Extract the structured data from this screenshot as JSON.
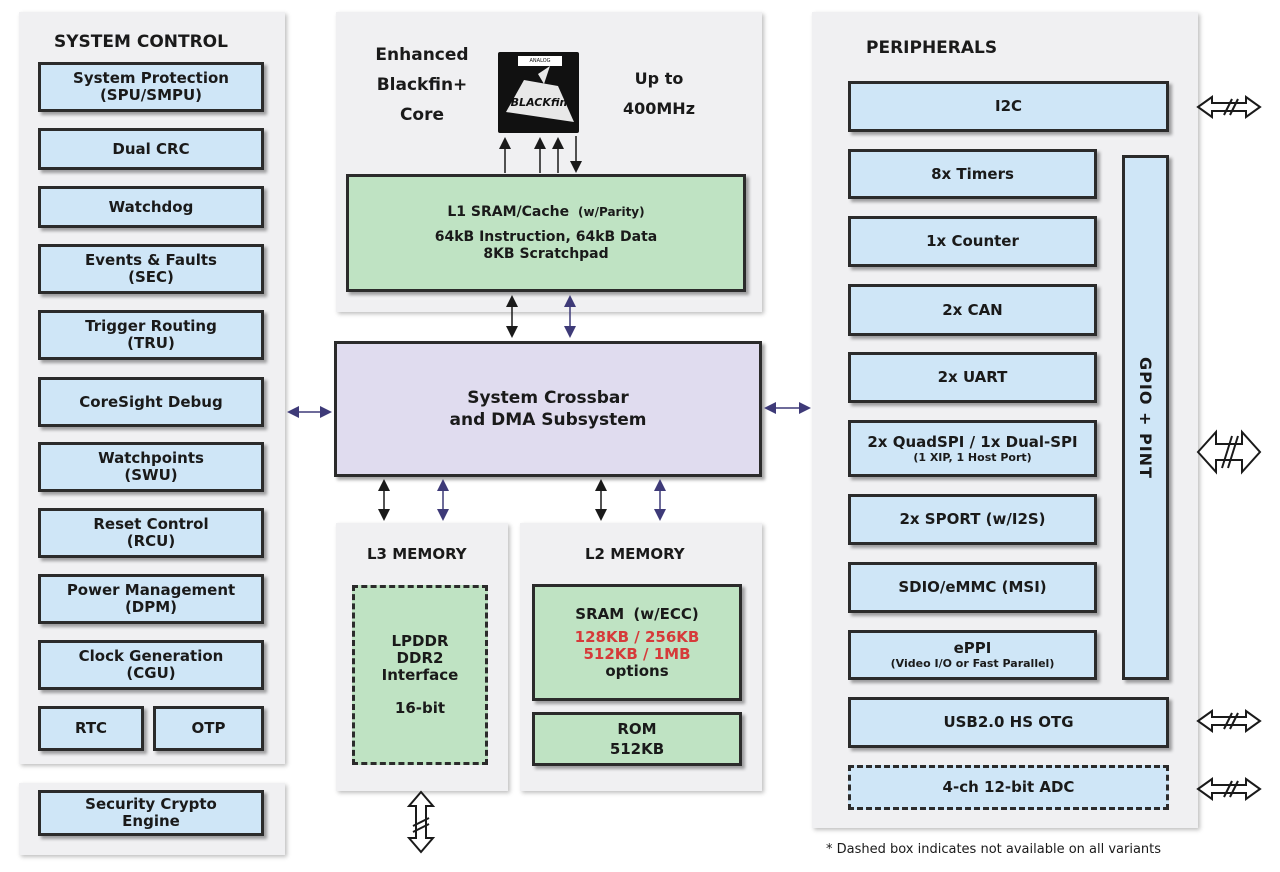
{
  "system_control": {
    "title": "SYSTEM CONTROL",
    "blocks": [
      {
        "line1": "System Protection",
        "line2": "(SPU/SMPU)"
      },
      {
        "line1": "Dual CRC",
        "line2": ""
      },
      {
        "line1": "Watchdog",
        "line2": ""
      },
      {
        "line1": "Events & Faults",
        "line2": "(SEC)"
      },
      {
        "line1": "Trigger Routing",
        "line2": "(TRU)"
      },
      {
        "line1": "CoreSight Debug",
        "line2": ""
      },
      {
        "line1": "Watchpoints",
        "line2": "(SWU)"
      },
      {
        "line1": "Reset Control",
        "line2": "(RCU)"
      },
      {
        "line1": "Power Management",
        "line2": "(DPM)"
      },
      {
        "line1": "Clock Generation",
        "line2": "(CGU)"
      }
    ],
    "rtc": "RTC",
    "otp": "OTP",
    "security": {
      "line1": "Security Crypto",
      "line2": "Engine"
    }
  },
  "core": {
    "name_line1": "Enhanced",
    "name_line2": "Blackfin+",
    "name_line3": "Core",
    "speed_line1": "Up to",
    "speed_line2": "400MHz",
    "chip_logo": "ANALOG DEVICES",
    "chip_brand": "BLACKfin"
  },
  "l1": {
    "title": "L1 SRAM/Cache",
    "parity": "(w/Parity)",
    "line2": "64kB Instruction, 64kB Data",
    "line3": "8KB Scratchpad"
  },
  "crossbar": {
    "line1": "System Crossbar",
    "line2": "and DMA Subsystem"
  },
  "l3": {
    "title": "L3 MEMORY",
    "line1": "LPDDR",
    "line2": "DDR2",
    "line3": "Interface",
    "line4": "16-bit"
  },
  "l2": {
    "title": "L2 MEMORY",
    "sram_title": "SRAM",
    "sram_ecc": "(w/ECC)",
    "size1": "128KB / 256KB",
    "size2": "512KB / 1MB",
    "options": "options",
    "rom_line1": "ROM",
    "rom_line2": "512KB"
  },
  "peripherals": {
    "title": "PERIPHERALS",
    "i2c": "I2C",
    "gpio": "GPIO + PINT",
    "items": [
      {
        "line1": "8x Timers",
        "line2": ""
      },
      {
        "line1": "1x Counter",
        "line2": ""
      },
      {
        "line1": "2x CAN",
        "line2": ""
      },
      {
        "line1": "2x UART",
        "line2": ""
      },
      {
        "line1": "2x QuadSPI / 1x Dual-SPI",
        "line2": "(1 XIP, 1 Host Port)"
      },
      {
        "line1": "2x SPORT (w/I2S)",
        "line2": ""
      },
      {
        "line1": "SDIO/eMMC (MSI)",
        "line2": ""
      },
      {
        "line1": "ePPI",
        "line2": "(Video I/O or Fast Parallel)"
      }
    ],
    "usb": "USB2.0 HS OTG",
    "adc": "4-ch 12-bit ADC"
  },
  "footnote": "* Dashed box indicates not available on all variants",
  "colors": {
    "blue_block": "#cfe6f7",
    "green_block": "#bfe3c3",
    "purple_block": "#e0dcef",
    "panel": "#f0f0f2",
    "arrow_blue": "#3e3a78",
    "highlight_red": "#d63a3a"
  }
}
